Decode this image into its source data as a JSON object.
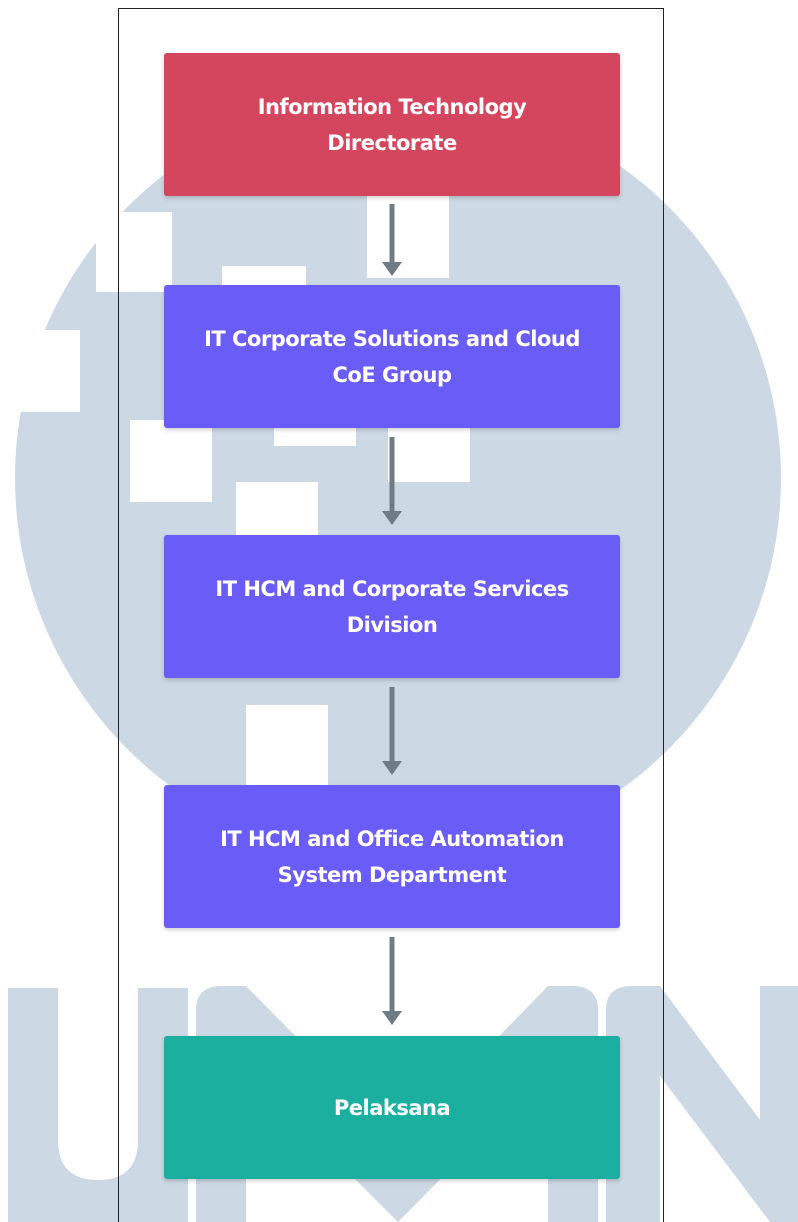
{
  "diagram": {
    "nodes": [
      {
        "id": "n1",
        "label": "Information Technology Directorate",
        "color": "#D4465D"
      },
      {
        "id": "n2",
        "label": "IT Corporate Solutions and Cloud CoE Group",
        "color": "#6A5CF7"
      },
      {
        "id": "n3",
        "label": "IT HCM and Corporate Services Division",
        "color": "#6A5CF7"
      },
      {
        "id": "n4",
        "label": "IT HCM and Office Automation System Department",
        "color": "#6A5CF7"
      },
      {
        "id": "n5",
        "label": "Pelaksana",
        "color": "#1BAFA0"
      }
    ],
    "edges": [
      {
        "from": "n1",
        "to": "n2"
      },
      {
        "from": "n2",
        "to": "n3"
      },
      {
        "from": "n3",
        "to": "n4"
      },
      {
        "from": "n4",
        "to": "n5"
      }
    ],
    "arrow_color": "#6F7B85"
  },
  "watermark": {
    "text": "UMN",
    "color": "#CCD8E3"
  }
}
